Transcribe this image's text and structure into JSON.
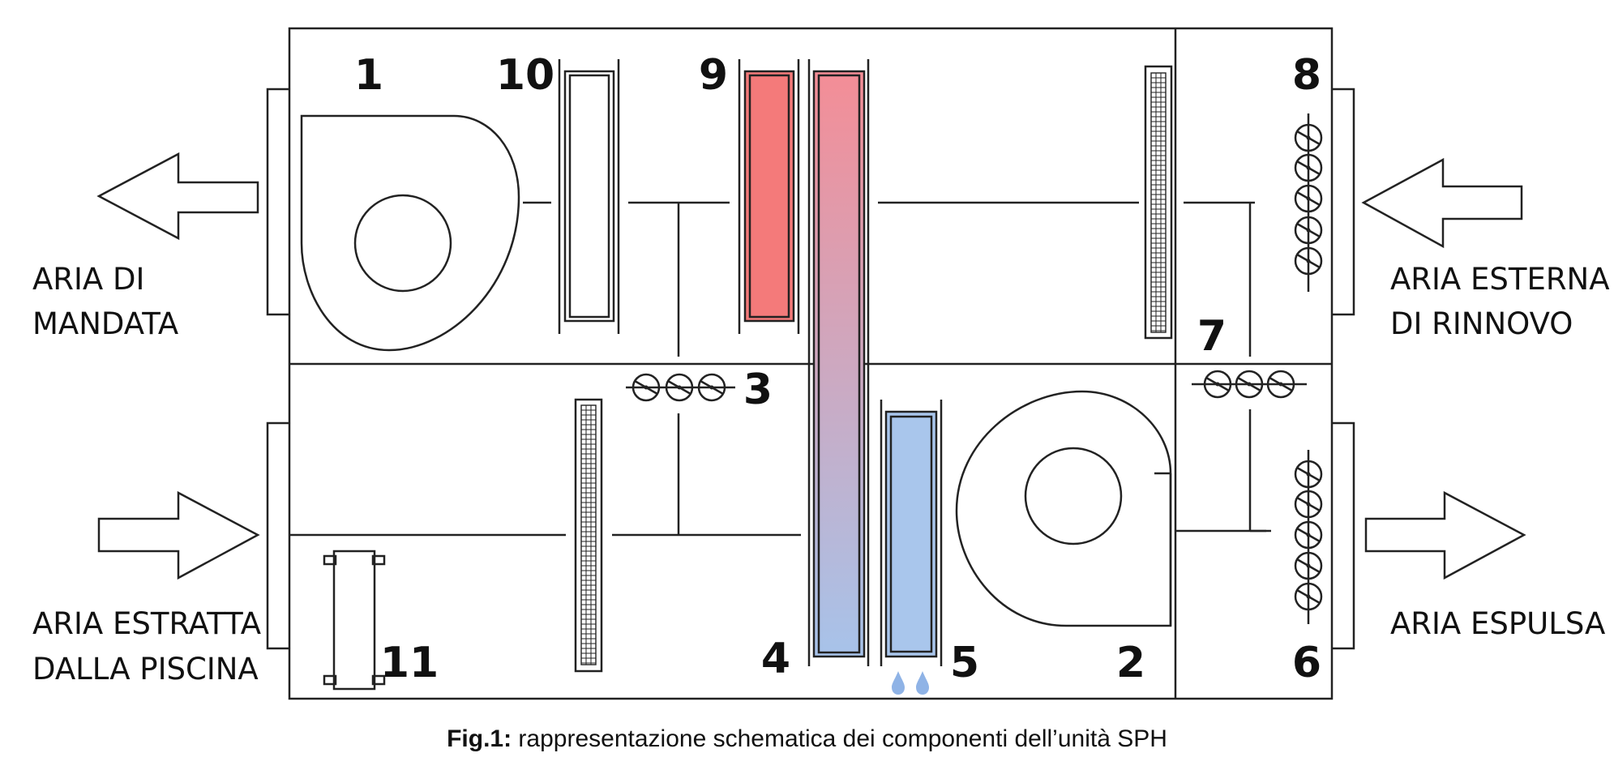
{
  "labels": {
    "n1": "1",
    "n2": "2",
    "n3": "3",
    "n4": "4",
    "n5": "5",
    "n6": "6",
    "n7": "7",
    "n8": "8",
    "n9": "9",
    "n10": "10",
    "n11": "11"
  },
  "side": {
    "supply_line1": "ARIA DI",
    "supply_line2": "MANDATA",
    "fresh_line1": "ARIA ESTERNA",
    "fresh_line2": "DI RINNOVO",
    "extract_line1": "ARIA ESTRATTA",
    "extract_line2": "DALLA PISCINA",
    "exhaust": "ARIA ESPULSA"
  },
  "caption": {
    "prefix": "Fig.1:",
    "text": " rappresentazione schematica dei componenti dell’unità SPH"
  },
  "colors": {
    "heating_coil": "#f47a7a",
    "cooling_coil": "#a9c6ec",
    "recovery_top": "#f48d96",
    "recovery_bottom": "#a7c3ea",
    "droplet": "#8fb3e6"
  }
}
